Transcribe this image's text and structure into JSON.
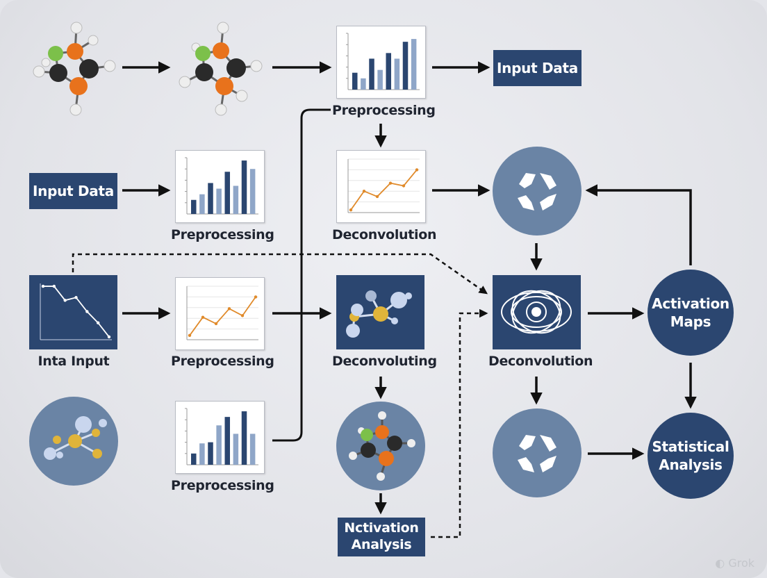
{
  "nodes": {
    "input_data_top": "Input Data",
    "preprocessing_top": "Preprocessing",
    "input_data_left": "Input Data",
    "preprocessing_row2": "Preprocessing",
    "deconvolution_row2": "Deconvolution",
    "inta_input": "Inta Input",
    "preprocessing_row3": "Preprocessing",
    "deconvoluting": "Deconvoluting",
    "deconvolution_center": "Deconvolution",
    "activation_maps": "Activation\nMaps",
    "preprocessing_row4": "Preprocessing",
    "nctivation_analysis": "Nctivation\nAnalysis",
    "statistical_analysis": "Statistical\nAnalysis"
  },
  "watermark": "Grok",
  "colors": {
    "navy": "#2b4670",
    "slate": "#6a84a5",
    "bar_dark": "#2b4670",
    "bar_light": "#8fa6c8",
    "line_orange": "#e08a2a",
    "atom_orange": "#e8721c",
    "atom_green": "#7cc04a",
    "atom_black": "#2a2a2a",
    "atom_white": "#f2f2f2"
  },
  "thumbnails": {
    "bars_top": [
      0.3,
      0.2,
      0.55,
      0.35,
      0.65,
      0.55,
      0.85,
      0.9
    ],
    "bars_row2": [
      0.25,
      0.35,
      0.55,
      0.45,
      0.75,
      0.5,
      0.95,
      0.8
    ],
    "bars_row4": [
      0.2,
      0.38,
      0.4,
      0.7,
      0.85,
      0.55,
      0.95,
      0.55
    ],
    "line_row2": [
      0.05,
      0.4,
      0.3,
      0.55,
      0.5,
      0.8
    ],
    "line_row3": [
      0.08,
      0.42,
      0.3,
      0.58,
      0.45,
      0.8
    ],
    "line_inta": [
      0.95,
      0.95,
      0.7,
      0.75,
      0.5,
      0.3,
      0.05
    ]
  }
}
